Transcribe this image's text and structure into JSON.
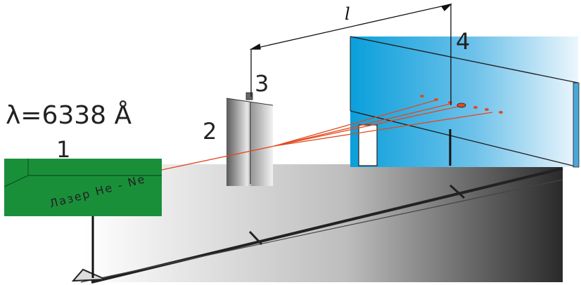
{
  "diagram": {
    "wavelength_label": "λ=6338 Å",
    "laser_label": "Лазер He - Ne",
    "distance_label": "l",
    "numbers": {
      "laser": "1",
      "slide": "2",
      "holder": "3",
      "screen": "4"
    }
  },
  "colors": {
    "laser_body": "#1a8f3a",
    "beam": "#e24a1e",
    "screen_left": "#0ea3dc",
    "screen_right": "#e8f4fb",
    "bench_light": "#ffffff",
    "bench_dark": "#2b2b2b"
  }
}
